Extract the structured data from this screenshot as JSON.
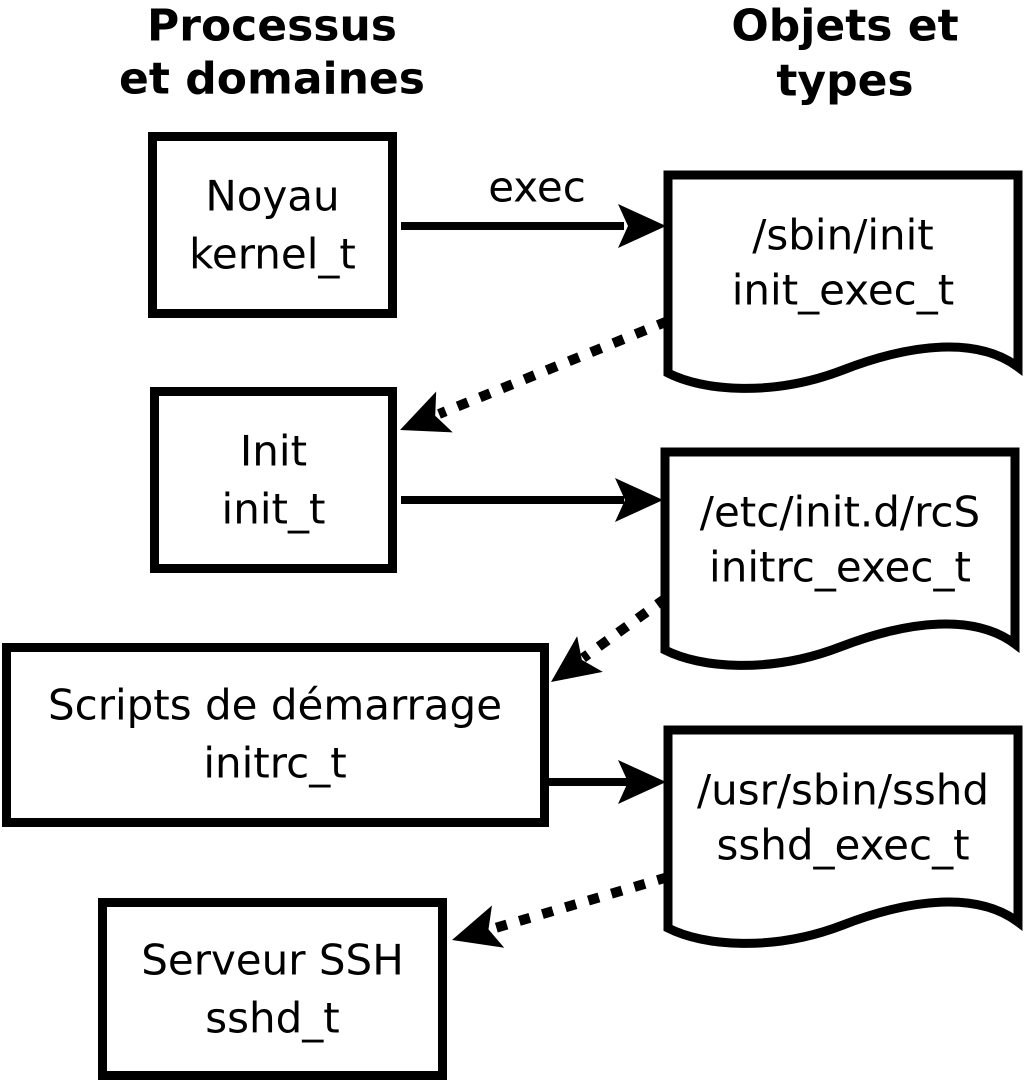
{
  "diagram": {
    "colors": {
      "line": "#000000",
      "background": "#ffffff"
    },
    "column_headers": {
      "processes": {
        "line1": "Processus",
        "line2": "et domaines"
      },
      "objects": {
        "line1": "Objets et",
        "line2": "types"
      }
    },
    "processes": [
      {
        "name": "Noyau",
        "type": "kernel_t"
      },
      {
        "name": "Init",
        "type": "init_t"
      },
      {
        "name": "Scripts de démarrage",
        "type": "initrc_t"
      },
      {
        "name": "Serveur SSH",
        "type": "sshd_t"
      }
    ],
    "objects": [
      {
        "path": "/sbin/init",
        "type": "init_exec_t"
      },
      {
        "path": "/etc/init.d/rcS",
        "type": "initrc_exec_t"
      },
      {
        "path": "/usr/sbin/sshd",
        "type": "sshd_exec_t"
      }
    ],
    "edge_labels": {
      "exec": "exec"
    }
  }
}
